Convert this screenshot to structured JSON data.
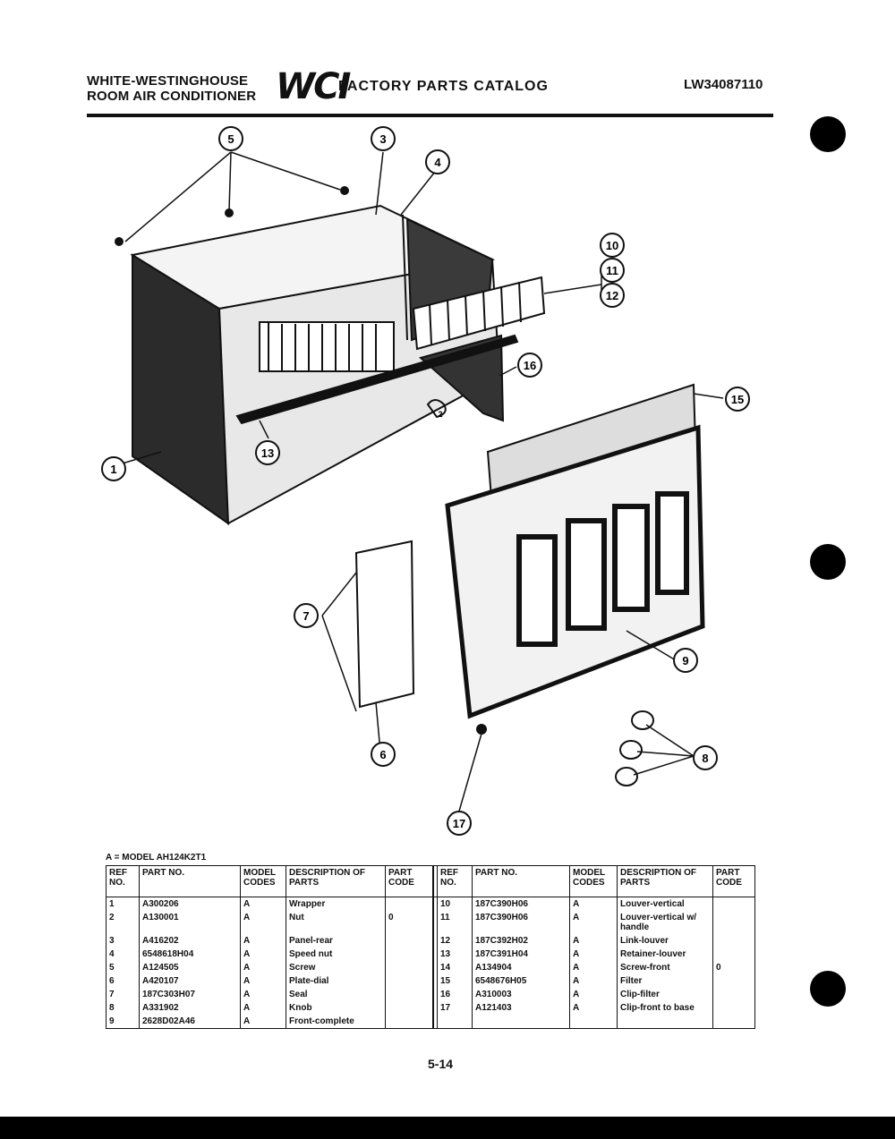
{
  "header": {
    "line1": "WHITE-WESTINGHOUSE",
    "line2": "ROOM AIR CONDITIONER",
    "logo": "WCI",
    "catalog_title": "FACTORY PARTS CATALOG",
    "catalog_number": "LW34087110"
  },
  "diagram": {
    "callouts": [
      "1",
      "2",
      "3",
      "4",
      "5",
      "6",
      "7",
      "8",
      "9",
      "10",
      "11",
      "12",
      "13",
      "15",
      "16",
      "17"
    ]
  },
  "table": {
    "model_line": "A = MODEL AH124K2T1",
    "headers": {
      "ref": "REF NO.",
      "part": "PART NO.",
      "model": "MODEL CODES",
      "desc": "DESCRIPTION OF PARTS",
      "code": "PART CODE"
    },
    "left_rows": [
      {
        "ref": "1",
        "part": "A300206",
        "model": "A",
        "desc": "Wrapper",
        "code": ""
      },
      {
        "ref": "2",
        "part": "A130001",
        "model": "A",
        "desc": "Nut",
        "code": "0"
      },
      {
        "ref": "3",
        "part": "A416202",
        "model": "A",
        "desc": "Panel-rear",
        "code": ""
      },
      {
        "ref": "4",
        "part": "6548618H04",
        "model": "A",
        "desc": "Speed nut",
        "code": ""
      },
      {
        "ref": "5",
        "part": "A124505",
        "model": "A",
        "desc": "Screw",
        "code": ""
      },
      {
        "ref": "6",
        "part": "A420107",
        "model": "A",
        "desc": "Plate-dial",
        "code": ""
      },
      {
        "ref": "7",
        "part": "187C303H07",
        "model": "A",
        "desc": "Seal",
        "code": ""
      },
      {
        "ref": "8",
        "part": "A331902",
        "model": "A",
        "desc": "Knob",
        "code": ""
      },
      {
        "ref": "9",
        "part": "2628D02A46",
        "model": "A",
        "desc": "Front-complete",
        "code": ""
      }
    ],
    "right_rows": [
      {
        "ref": "10",
        "part": "187C390H06",
        "model": "A",
        "desc": "Louver-vertical",
        "code": ""
      },
      {
        "ref": "11",
        "part": "187C390H06",
        "model": "A",
        "desc": "Louver-vertical w/ handle",
        "code": ""
      },
      {
        "ref": "12",
        "part": "187C392H02",
        "model": "A",
        "desc": "Link-louver",
        "code": ""
      },
      {
        "ref": "13",
        "part": "187C391H04",
        "model": "A",
        "desc": "Retainer-louver",
        "code": ""
      },
      {
        "ref": "14",
        "part": "A134904",
        "model": "A",
        "desc": "Screw-front",
        "code": "0"
      },
      {
        "ref": "15",
        "part": "6548676H05",
        "model": "A",
        "desc": "Filter",
        "code": ""
      },
      {
        "ref": "16",
        "part": "A310003",
        "model": "A",
        "desc": "Clip-filter",
        "code": ""
      },
      {
        "ref": "17",
        "part": "A121403",
        "model": "A",
        "desc": "Clip-front to base",
        "code": ""
      }
    ]
  },
  "footer": {
    "page": "5-14"
  }
}
